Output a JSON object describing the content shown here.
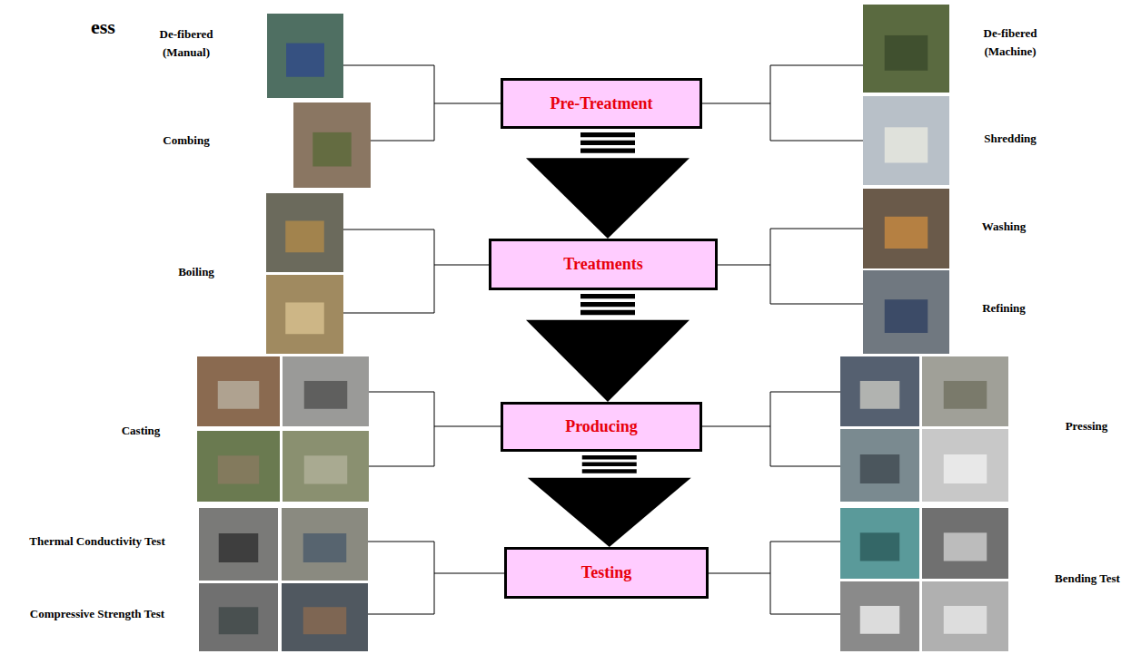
{
  "diagram": {
    "nodes": [
      {
        "text": [
          "Pre-Treatment"
        ]
      },
      {
        "text": [
          "Treatments"
        ]
      },
      {
        "text": [
          "Producing"
        ]
      },
      {
        "text": [
          "Testing"
        ]
      }
    ],
    "edges": [
      {
        "from": 0,
        "to": 1,
        "arrow": "to"
      },
      {
        "from": 1,
        "to": 2,
        "arrow": "to"
      },
      {
        "from": 2,
        "to": 3,
        "arrow": "to"
      }
    ],
    "labels": [
      "ess",
      "De-fibered (Manual)",
      "Combing",
      "Boiling",
      "Casting",
      "Thermal Conductivity Test",
      "Compressive Strength Test",
      "De-fibered (Machine)",
      "Shredding",
      "Washing",
      "Refining",
      "Pressing",
      "Bending Test"
    ]
  }
}
